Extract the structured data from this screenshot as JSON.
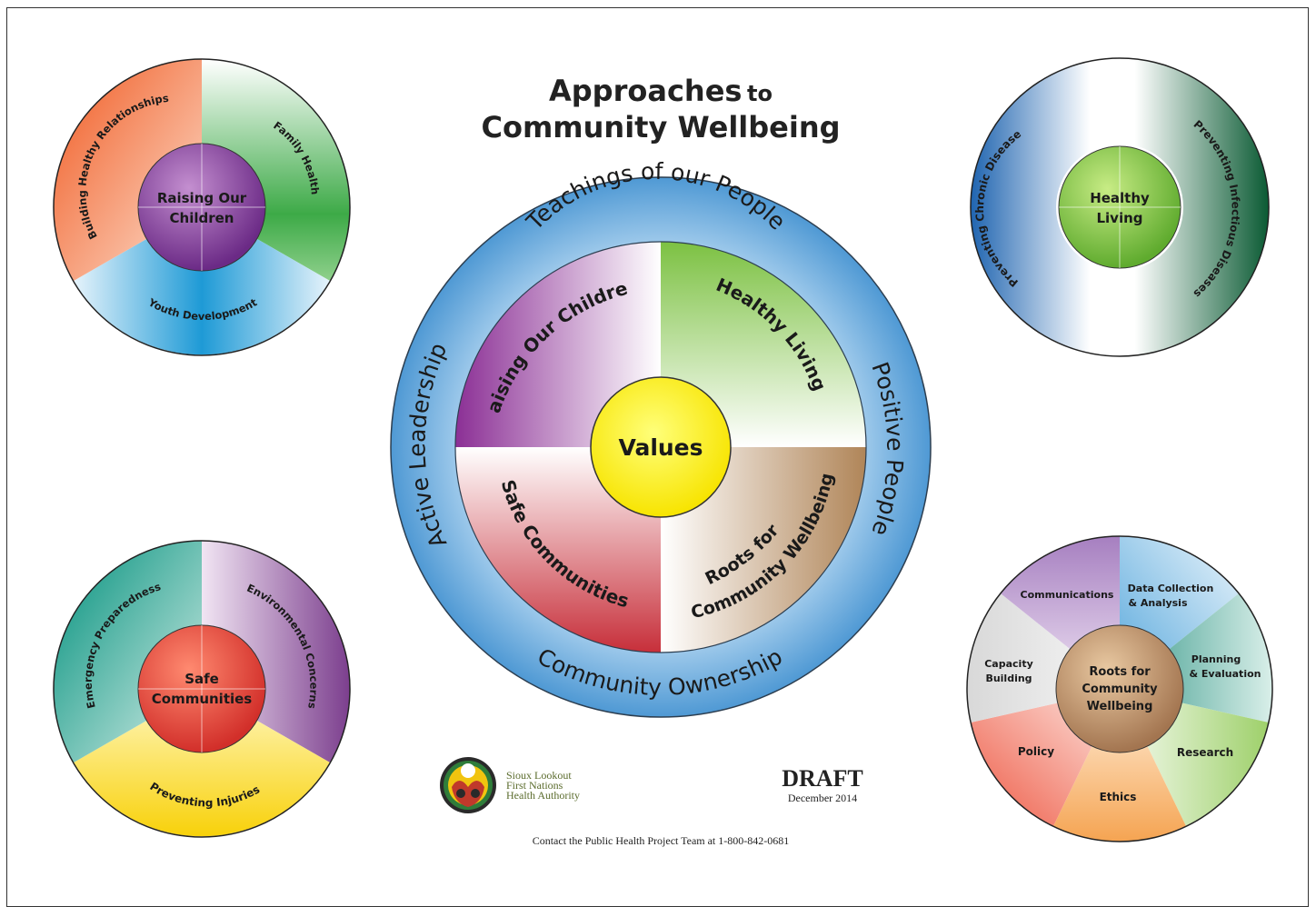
{
  "title": {
    "part1": "Approaches",
    "part2": "to",
    "part3": "Community Wellbeing"
  },
  "center": {
    "outer_ring": {
      "top": "Teachings of our People",
      "left": "Active Leadership",
      "right": "Positive People",
      "bottom": "Community Ownership"
    },
    "quadrants": {
      "top_left": "Raising Our Children",
      "top_right": "Healthy Living",
      "bottom_left": "Safe Communities",
      "bottom_right_line1": "Roots for",
      "bottom_right_line2": "Community Wellbeing"
    },
    "core": "Values"
  },
  "wheel_children": {
    "hub_line1": "Raising Our",
    "hub_line2": "Children",
    "segments": [
      "Building Healthy Relationships",
      "Family Health",
      "Youth Development"
    ]
  },
  "wheel_healthy": {
    "hub_line1": "Healthy",
    "hub_line2": "Living",
    "segments": [
      "Preventing Chronic Disease",
      "Preventing Infectious Diseases"
    ]
  },
  "wheel_safe": {
    "hub_line1": "Safe",
    "hub_line2": "Communities",
    "segments": [
      "Emergency Preparedness",
      "Environmental Concerns",
      "Preventing Injuries"
    ]
  },
  "wheel_roots": {
    "hub_line1": "Roots for",
    "hub_line2": "Community",
    "hub_line3": "Wellbeing",
    "segments": {
      "communications": "Communications",
      "data1": "Data Collection",
      "data2": "& Analysis",
      "planning1": "Planning",
      "planning2": "& Evaluation",
      "research": "Research",
      "ethics": "Ethics",
      "policy": "Policy",
      "capacity1": "Capacity",
      "capacity2": "Building"
    }
  },
  "logo": {
    "line1": "Sioux Lookout",
    "line2": "First Nations",
    "line3": "Health Authority"
  },
  "draft": {
    "label": "DRAFT",
    "date": "December 2014"
  },
  "contact": "Contact the Public Health Project Team at 1-800-842-0681",
  "colors": {
    "ring_blue": "#5aa2d8",
    "purple": "#8b3a96",
    "green": "#7cc142",
    "red": "#c8333b",
    "brown": "#a87a4f",
    "yellow": "#fff200"
  }
}
